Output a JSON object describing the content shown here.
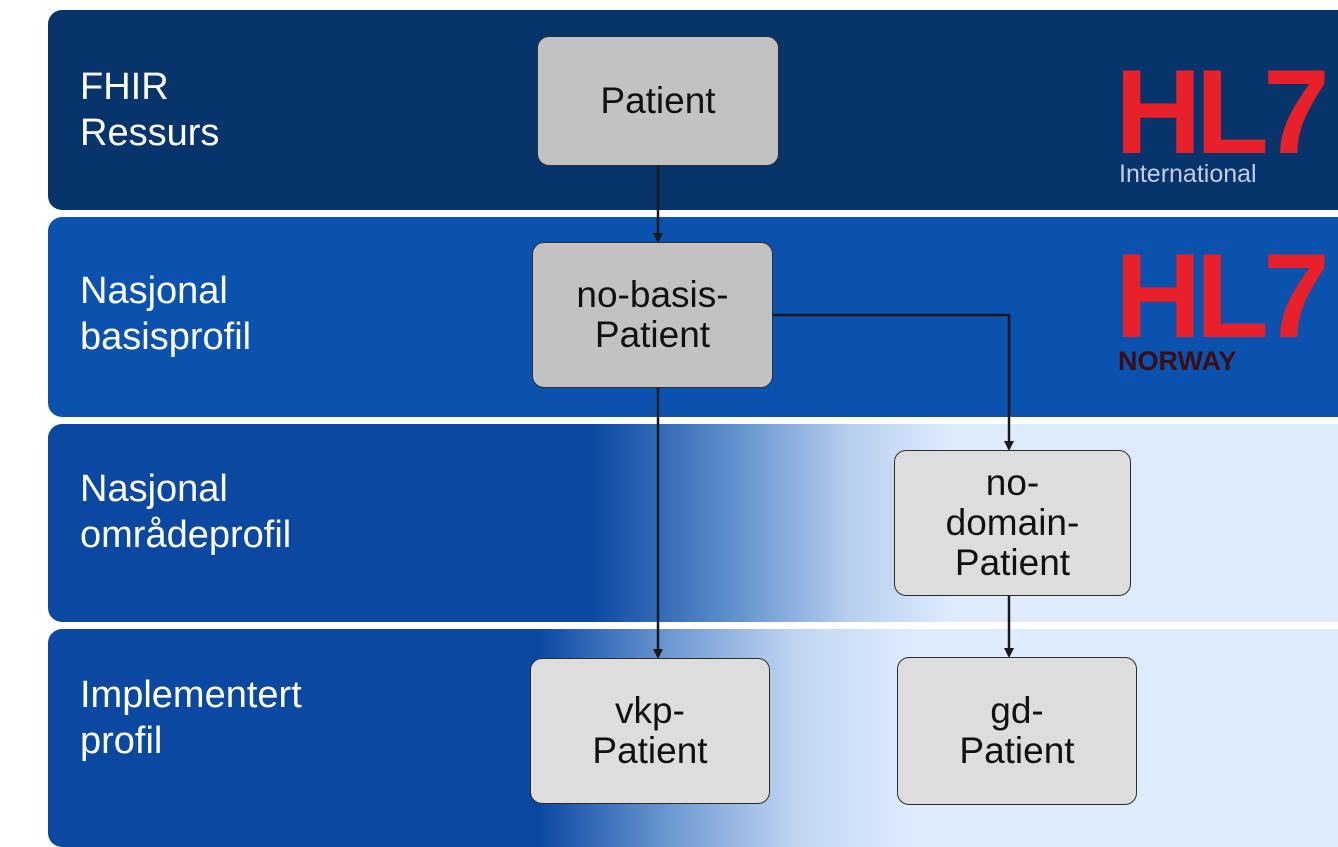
{
  "layers": [
    {
      "label": "FHIR\nRessurs"
    },
    {
      "label": "Nasjonal\nbasisprofil"
    },
    {
      "label": "Nasjonal\nområdeprofil"
    },
    {
      "label": "Implementert\nprofil"
    }
  ],
  "nodes": {
    "patient": "Patient",
    "no_basis": "no-basis-\nPatient",
    "no_domain": "no-\ndomain-\nPatient",
    "vkp": "vkp-\nPatient",
    "gd": "gd-\nPatient"
  },
  "logos": {
    "international": {
      "mark": "HL7",
      "registered": "®",
      "subtitle": "International"
    },
    "norway": {
      "mark": "HL7",
      "subtitle": "NORWAY"
    }
  },
  "colors": {
    "hl7_red": "#e8202a",
    "band_dark": "#07346b",
    "band_blue": "#0a52ad",
    "band_light": "#ddebfd",
    "node_gray": "#c2c2c2",
    "node_light": "#dddddd"
  }
}
